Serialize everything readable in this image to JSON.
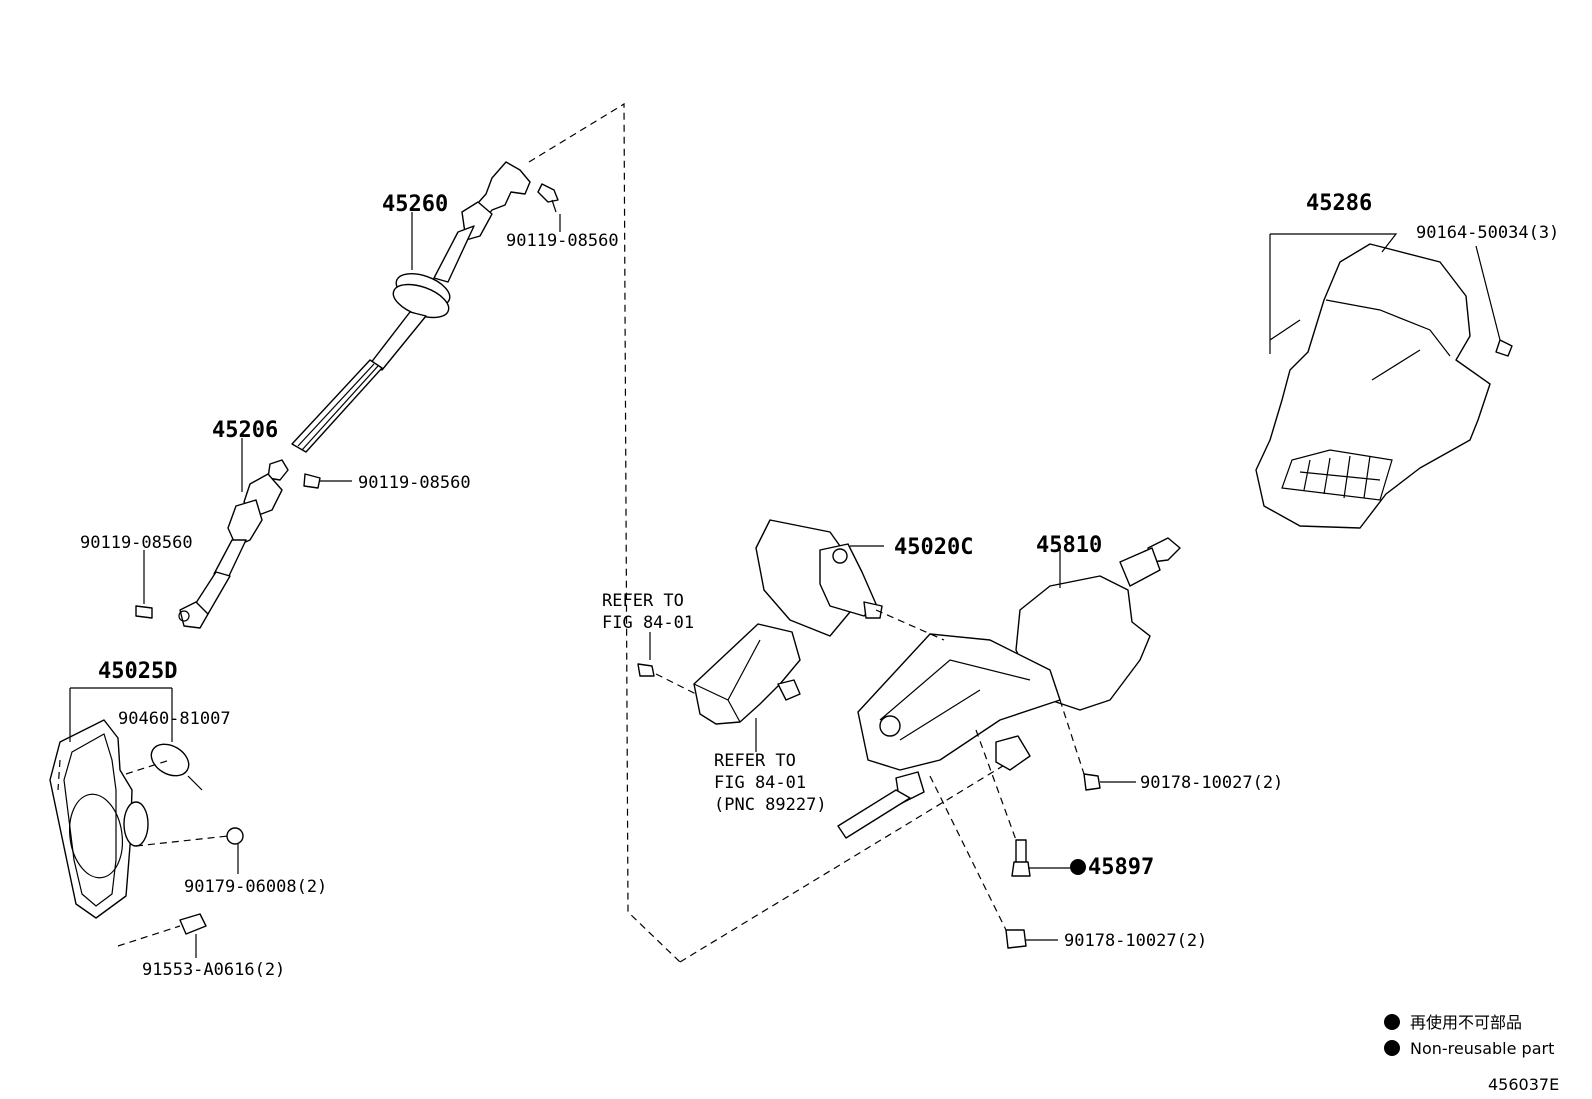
{
  "labels": {
    "p45260": "45260",
    "p90119_top": "90119-08560",
    "p45206": "45206",
    "p90119_mid": "90119-08560",
    "p90119_left": "90119-08560",
    "p45025D": "45025D",
    "p90460": "90460-81007",
    "p90179": "90179-06008(2)",
    "p91553": "91553-A0616(2)",
    "p45286": "45286",
    "p90164": "90164-50034(3)",
    "p45020C": "45020C",
    "p45810": "45810",
    "refer1_line1": "REFER TO",
    "refer1_line2": "FIG 84-01",
    "refer2_line1": "REFER TO",
    "refer2_line2": "FIG 84-01",
    "refer2_line3": "(PNC 89227)",
    "p90178_upper": "90178-10027(2)",
    "p45897": "45897",
    "p90178_lower": "90178-10027(2)"
  },
  "legend": {
    "japanese": "再使用不可部品",
    "english": "Non-reusable part"
  },
  "figure_id": "456037E"
}
